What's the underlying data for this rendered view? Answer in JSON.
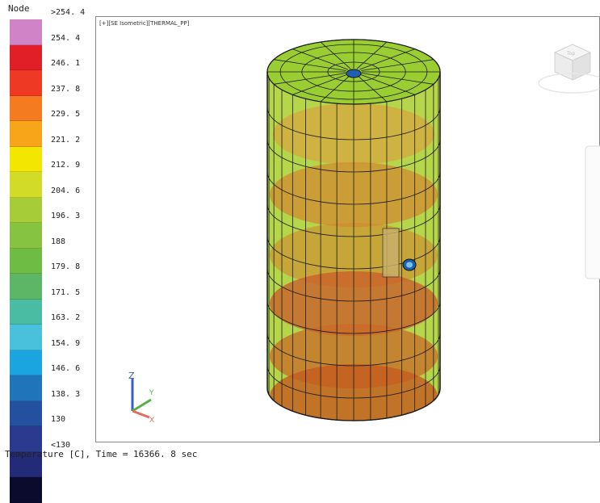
{
  "legend": {
    "title": "Node",
    "colors": [
      "#d183c8",
      "#e11f26",
      "#ee3a24",
      "#f47b20",
      "#f9a51a",
      "#f3e600",
      "#d2dc28",
      "#a6cd37",
      "#85c341",
      "#6ebc44",
      "#5db566",
      "#4bbca4",
      "#49c1dc",
      "#1aa5e0",
      "#1f74ba",
      "#23509f",
      "#2b3a8f",
      "#232a78",
      "#0b0b2e"
    ],
    "labels": [
      ">254. 4",
      "254. 4",
      "246. 1",
      "237. 8",
      "229. 5",
      "221. 2",
      "212. 9",
      "204. 6",
      "196. 3",
      "188",
      "179. 8",
      "171. 5",
      "163. 2",
      "154. 9",
      "146. 6",
      "138. 3",
      "130",
      "<130"
    ]
  },
  "viewport": {
    "title": "[+][SE Isometric][THERMAL_PP]",
    "axis_labels": {
      "z": "Z",
      "y": "Y",
      "x": "X"
    },
    "viewcube_label": "Top",
    "model_colors": {
      "shell": "#9acd32",
      "interior": "#d38a2b",
      "hot": "#c45a1f",
      "mesh": "#1a1a1a"
    }
  },
  "status": {
    "text": "Temperature [C], Time = 16366. 8 sec"
  }
}
